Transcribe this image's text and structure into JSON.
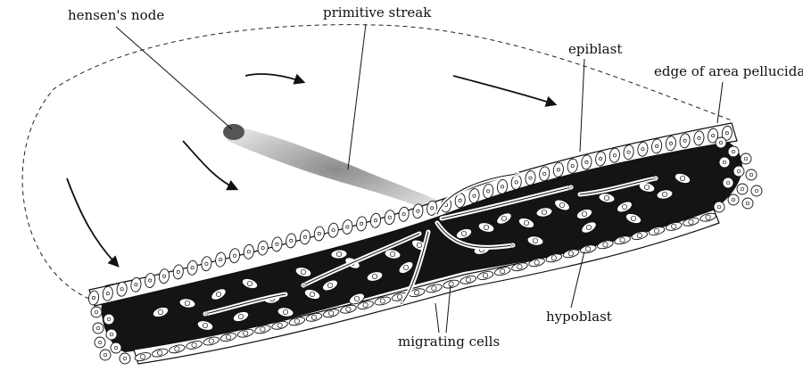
{
  "labels": {
    "hensens_node": "hensen's node",
    "primitive_streak": "primitive streak",
    "epiblast": "epiblast",
    "edge_of_area_pellucida": "edge of area pellucida",
    "hypoblast": "hypoblast",
    "migrating_cells": "migrating cells"
  },
  "colors": {
    "ink": "#111111",
    "interior": "#141414",
    "cell_fill": "#ffffff"
  }
}
